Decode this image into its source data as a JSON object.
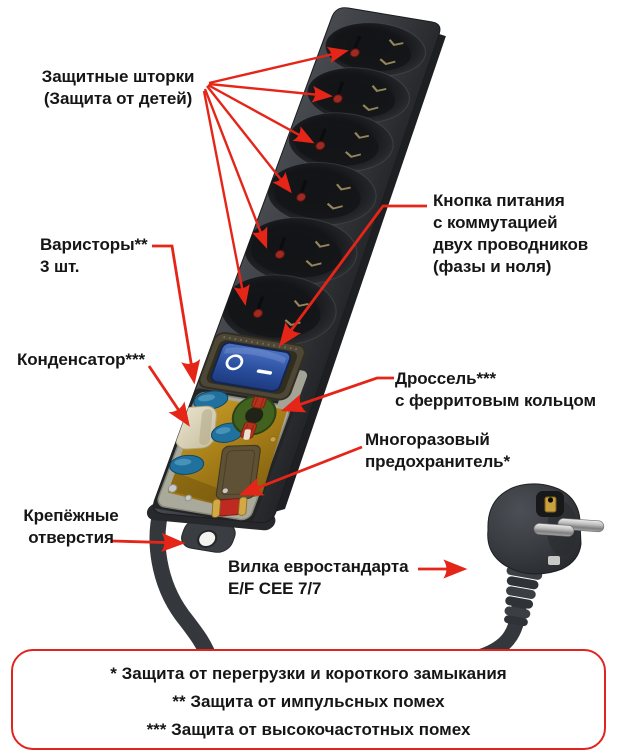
{
  "colors": {
    "arrow_red": "#e52518",
    "footnote_border_red": "#e0241f",
    "label_text": "#161616",
    "strip_body_gray": "#3a3d42",
    "switch_blue": "#2b4f9e",
    "pcb_yellow": "#b8871d",
    "varistor_blue": "#20719e",
    "capacitor_cream": "#ded7bf",
    "ferrite_green": "#41611f",
    "winding_red": "#b3321c",
    "fuse_red": "#bf2a20",
    "plug_black": "#35383c"
  },
  "callouts": {
    "shutters": {
      "lines": [
        "Защитные шторки",
        "(Защита от детей)"
      ]
    },
    "power_button": {
      "lines": [
        "Кнопка питания",
        "с коммутацией",
        "двух проводников",
        "(фазы и ноля)"
      ]
    },
    "varistors": {
      "lines": [
        "Варисторы**",
        "3 шт."
      ]
    },
    "capacitor": {
      "lines": [
        "Конденсатор***"
      ]
    },
    "choke": {
      "lines": [
        "Дроссель***",
        "с ферритовым кольцом"
      ]
    },
    "resettable_fuse": {
      "lines": [
        "Многоразовый",
        "предохранитель*"
      ]
    },
    "mounting_holes": {
      "lines": [
        "Крепёжные",
        "отверстия"
      ]
    },
    "euro_plug": {
      "lines": [
        "Вилка евростандарта",
        "E/F CEE 7/7"
      ]
    }
  },
  "footnotes": {
    "lines": [
      "* Защита от перегрузки и короткого замыкания",
      "** Защита от импульсных помех",
      "*** Защита от высокочастотных помех"
    ]
  }
}
